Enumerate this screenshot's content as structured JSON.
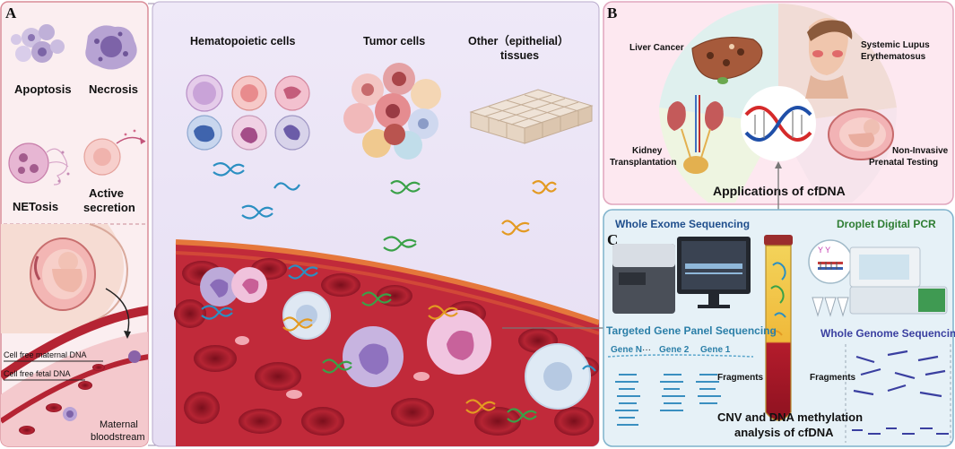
{
  "panel_a": {
    "letter": "A",
    "apoptosis": "Apoptosis",
    "necrosis": "Necrosis",
    "netosis": "NETosis",
    "active_line1": "Active",
    "active_line2": "secretion",
    "maternal_dna": "Cell free maternal DNA",
    "fetal_dna": "Cell free fetal DNA",
    "maternal_line1": "Maternal",
    "maternal_line2": "bloodstream"
  },
  "center": {
    "hematopoietic": "Hematopoietic cells",
    "tumor": "Tumor cells",
    "other_line1": "Other（epithelial）",
    "other_line2": "tissues"
  },
  "panel_b": {
    "letter": "B",
    "liver": "Liver Cancer",
    "sle_line1": "Systemic Lupus",
    "sle_line2": "Erythematosus",
    "kidney_line1": "Kidney",
    "kidney_line2": "Transplantation",
    "nipt_line1": "Non-Invasive",
    "nipt_line2": "Prenatal Testing",
    "title": "Applications of cfDNA"
  },
  "panel_c": {
    "letter": "C",
    "wes": "Whole Exome  Sequencing",
    "ddpcr": "Droplet Digital PCR",
    "tgps": "Targeted Gene Panel Sequencing",
    "wgs": "Whole Genome  Sequencing",
    "gene_n": "Gene N",
    "dots": "···",
    "gene_2": "Gene 2",
    "gene_1": "Gene 1",
    "fragments_left": "Fragments",
    "fragments_right": "Fragments",
    "cnv_line1": "CNV and DNA methylation",
    "cnv_line2": "analysis of cfDNA"
  },
  "colors": {
    "panel_a_bg": "#fbeef0",
    "panel_a_border": "#d98b97",
    "center_bg": "#ece6f6",
    "panel_b_bg": "#fde8f0",
    "panel_c_bg": "#e6f1f7",
    "panel_c_border": "#7fb2cc",
    "blood": "#9e1c2a",
    "wes_text": "#1f4e8c",
    "ddpcr_text": "#2e7d32",
    "tgps_text": "#2b7fa8",
    "wgs_text": "#3a3fa0"
  }
}
